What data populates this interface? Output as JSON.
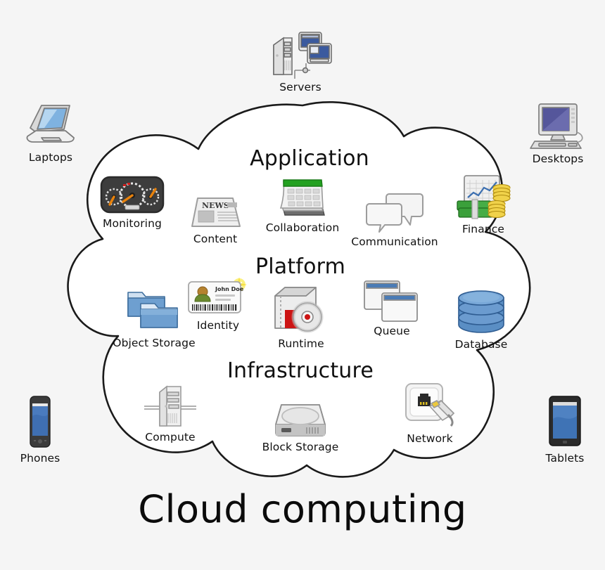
{
  "title": "Cloud computing",
  "cloud": {
    "outline_color": "#1a1a1a",
    "fill_color": "#ffffff",
    "background": "#f5f5f5"
  },
  "layers": [
    {
      "id": "application",
      "label": "Application"
    },
    {
      "id": "platform",
      "label": "Platform"
    },
    {
      "id": "infrastructure",
      "label": "Infrastructure"
    }
  ],
  "external_nodes": [
    {
      "id": "servers",
      "label": "Servers",
      "icon": "servers-icon",
      "position": "top"
    },
    {
      "id": "laptops",
      "label": "Laptops",
      "icon": "laptop-icon",
      "position": "top-left"
    },
    {
      "id": "desktops",
      "label": "Desktops",
      "icon": "desktop-icon",
      "position": "top-right"
    },
    {
      "id": "phones",
      "label": "Phones",
      "icon": "phone-icon",
      "position": "bottom-left"
    },
    {
      "id": "tablets",
      "label": "Tablets",
      "icon": "tablet-icon",
      "position": "bottom-right"
    }
  ],
  "application_nodes": [
    {
      "id": "monitoring",
      "label": "Monitoring",
      "icon": "gauge-icon"
    },
    {
      "id": "content",
      "label": "Content",
      "icon": "newspaper-icon"
    },
    {
      "id": "collaboration",
      "label": "Collaboration",
      "icon": "calendar-icon"
    },
    {
      "id": "communication",
      "label": "Communication",
      "icon": "chat-bubbles-icon"
    },
    {
      "id": "finance",
      "label": "Finance",
      "icon": "money-chart-icon"
    }
  ],
  "platform_nodes": [
    {
      "id": "object-storage",
      "label": "Object Storage",
      "icon": "folders-icon"
    },
    {
      "id": "identity",
      "label": "Identity",
      "icon": "id-card-icon"
    },
    {
      "id": "runtime",
      "label": "Runtime",
      "icon": "package-disc-icon"
    },
    {
      "id": "queue",
      "label": "Queue",
      "icon": "windows-stack-icon"
    },
    {
      "id": "database",
      "label": "Database",
      "icon": "database-cylinder-icon"
    }
  ],
  "infrastructure_nodes": [
    {
      "id": "compute",
      "label": "Compute",
      "icon": "server-tower-icon"
    },
    {
      "id": "block-storage",
      "label": "Block Storage",
      "icon": "hard-drive-icon"
    },
    {
      "id": "network",
      "label": "Network",
      "icon": "ethernet-jack-icon"
    }
  ],
  "icon_details": {
    "newspaper_header": "NEWS",
    "id_card_name": "John Doe"
  },
  "colors": {
    "blue_folder": "#5a8fc4",
    "blue_database": "#4a7db5",
    "green_calendar": "#23a120",
    "green_money": "#2e8b2e",
    "gold_coin": "#e8c43a",
    "red_disc": "#cc1414",
    "orange_needle": "#e8820c",
    "gray_metal": "#c8c8c8"
  }
}
